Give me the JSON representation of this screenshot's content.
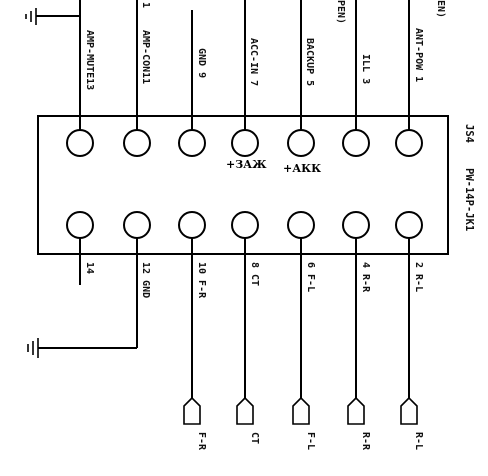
{
  "connector": {
    "name": "JS4",
    "part": "PW-14P-JK1"
  },
  "top_pins": [
    {
      "label": "AMP-MUTE13"
    },
    {
      "label": "AMP-CON11"
    },
    {
      "label": "GND 9"
    },
    {
      "label": "ACC-IN 7"
    },
    {
      "label": "BACKUP 5"
    },
    {
      "label": "ILL 3"
    },
    {
      "label": "ANT-POW 1"
    }
  ],
  "top_fragments": [
    {
      "text": "1"
    },
    {
      "text": "PEN)"
    },
    {
      "text": "EN)"
    }
  ],
  "bottom_pins": [
    {
      "label": "14"
    },
    {
      "label": "12 GND"
    },
    {
      "label": "10 F-R"
    },
    {
      "label": "8 CT"
    },
    {
      "label": "6 F-L"
    },
    {
      "label": "4 R-R"
    },
    {
      "label": "2 R-L"
    }
  ],
  "annotations": [
    {
      "text": "+ЗАЖ"
    },
    {
      "text": "+АКК"
    }
  ],
  "terminals": [
    {
      "label": "F-R"
    },
    {
      "label": "CT"
    },
    {
      "label": "F-L"
    },
    {
      "label": "R-R"
    },
    {
      "label": "R-L"
    }
  ]
}
